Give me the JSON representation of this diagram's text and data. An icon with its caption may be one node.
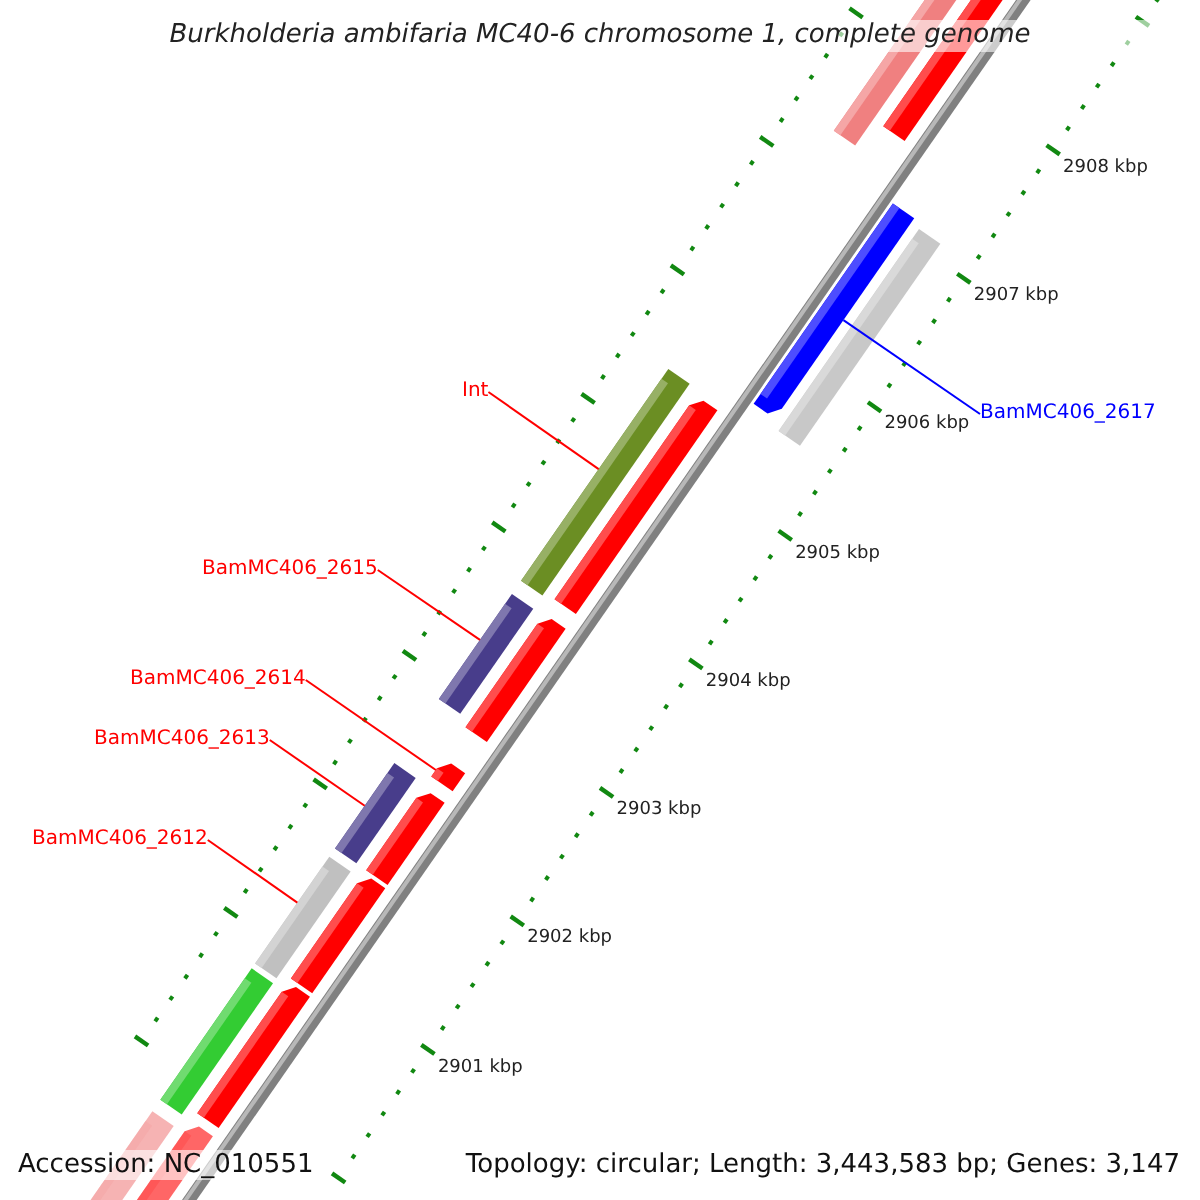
{
  "diagram": {
    "title": "Burkholderia ambifaria MC40-6 chromosome 1, complete genome",
    "nodes": [
      {
        "text": [
          "Int"
        ]
      },
      {
        "text": [],
        "shape": "bar"
      },
      {
        "text": [
          "BamMC406_2617"
        ]
      },
      {
        "text": [],
        "shape": "bar"
      },
      {
        "text": [
          "BamMC406_2615"
        ]
      },
      {
        "text": [],
        "shape": "bar"
      },
      {
        "text": [
          "BamMC406_2614"
        ]
      },
      {
        "text": [],
        "shape": "bar"
      },
      {
        "text": [
          "BamMC406_2613"
        ]
      },
      {
        "text": [],
        "shape": "bar"
      },
      {
        "text": [
          "BamMC406_2612"
        ]
      },
      {
        "text": [],
        "shape": "bar"
      }
    ],
    "edges": [
      {
        "from": 0,
        "to": 1,
        "arrow": "none"
      },
      {
        "from": 2,
        "to": 3,
        "arrow": "none",
        "color": "#0000ff"
      },
      {
        "from": 4,
        "to": 5,
        "arrow": "none"
      },
      {
        "from": 6,
        "to": 7,
        "arrow": "none"
      },
      {
        "from": 8,
        "to": 9,
        "arrow": "none"
      },
      {
        "from": 10,
        "to": 11,
        "arrow": "none"
      }
    ],
    "labels": [
      "2908 kbp",
      "2907 kbp",
      "2906 kbp",
      "2905 kbp",
      "2904 kbp",
      "2903 kbp",
      "2902 kbp",
      "2901 kbp",
      "Accession: NC_010551",
      "Topology: circular; Length: 3,443,583 bp; Genes: 3,147"
    ]
  }
}
